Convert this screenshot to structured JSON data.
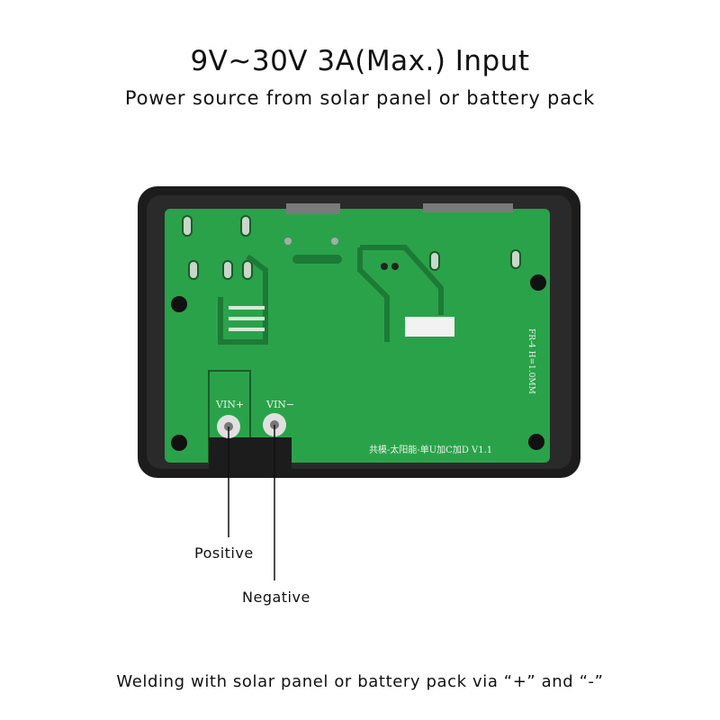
{
  "header": {
    "title": "9V~30V 3A(Max.) Input",
    "subtitle": "Power source from solar panel or battery pack"
  },
  "board": {
    "pad_left_label": "VIN+",
    "pad_right_label": "VIN−",
    "silkscreen_bottom": "共模-太阳能-单U加C加D V1.1",
    "silkscreen_side": "FR-4 H=1.0MM",
    "colors": {
      "pcb": "#2aa24a",
      "case": "#1e1e1e"
    }
  },
  "callouts": {
    "positive": "Positive",
    "negative": "Negative"
  },
  "footer": {
    "text": "Welding with solar panel or battery pack via “+” and “-”"
  }
}
